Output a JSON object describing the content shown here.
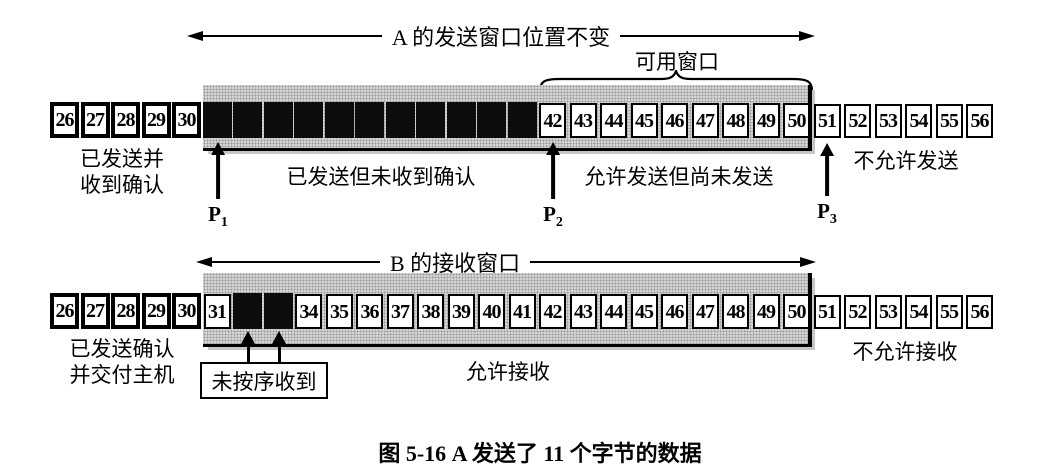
{
  "colors": {
    "ink": "#000000",
    "paper": "#ffffff",
    "window_gray": "#d4d4d4",
    "halftone_dot": "#9a9a9a",
    "cell_black": "#0c0c0c"
  },
  "top": {
    "range_label": "A 的发送窗口位置不变",
    "usable_window_label": "可用窗口",
    "left_label_line1": "已发送并",
    "left_label_line2": "收到确认",
    "sent_unacked_label": "已发送但未收到确认",
    "usable_below_label": "允许发送但尚未发送",
    "not_allowed_label": "不允许发送",
    "pointers": [
      {
        "base": "P",
        "sub": "1"
      },
      {
        "base": "P",
        "sub": "2"
      },
      {
        "base": "P",
        "sub": "3"
      }
    ]
  },
  "bottom": {
    "range_label": "B 的接收窗口",
    "left_label_line1": "已发送确认",
    "left_label_line2": "并交付主机",
    "allowed_label": "允许接收",
    "not_allowed_label": "不允许接收",
    "out_of_order_label": "未按序收到"
  },
  "rows": {
    "send": {
      "cells": [
        {
          "v": "26",
          "t": "bold"
        },
        {
          "v": "27",
          "t": "bold"
        },
        {
          "v": "28",
          "t": "bold"
        },
        {
          "v": "29",
          "t": "bold"
        },
        {
          "v": "30",
          "t": "bold"
        },
        {
          "t": "filled"
        },
        {
          "t": "filled"
        },
        {
          "t": "filled"
        },
        {
          "t": "filled"
        },
        {
          "t": "filled"
        },
        {
          "t": "filled"
        },
        {
          "t": "filled"
        },
        {
          "t": "filled"
        },
        {
          "t": "filled"
        },
        {
          "t": "filled"
        },
        {
          "t": "filled"
        },
        {
          "v": "42",
          "t": "open"
        },
        {
          "v": "43",
          "t": "open"
        },
        {
          "v": "44",
          "t": "open"
        },
        {
          "v": "45",
          "t": "open"
        },
        {
          "v": "46",
          "t": "open"
        },
        {
          "v": "47",
          "t": "open"
        },
        {
          "v": "48",
          "t": "open"
        },
        {
          "v": "49",
          "t": "open"
        },
        {
          "v": "50",
          "t": "open"
        },
        {
          "v": "51",
          "t": "outside"
        },
        {
          "v": "52",
          "t": "outside"
        },
        {
          "v": "53",
          "t": "outside"
        },
        {
          "v": "54",
          "t": "outside"
        },
        {
          "v": "55",
          "t": "outside"
        },
        {
          "v": "56",
          "t": "outside"
        }
      ]
    },
    "receive": {
      "cells": [
        {
          "v": "26",
          "t": "bold"
        },
        {
          "v": "27",
          "t": "bold"
        },
        {
          "v": "28",
          "t": "bold"
        },
        {
          "v": "29",
          "t": "bold"
        },
        {
          "v": "30",
          "t": "bold"
        },
        {
          "v": "31",
          "t": "open"
        },
        {
          "t": "filled"
        },
        {
          "t": "filled"
        },
        {
          "v": "34",
          "t": "open"
        },
        {
          "v": "35",
          "t": "open"
        },
        {
          "v": "36",
          "t": "open"
        },
        {
          "v": "37",
          "t": "open"
        },
        {
          "v": "38",
          "t": "open"
        },
        {
          "v": "39",
          "t": "open"
        },
        {
          "v": "40",
          "t": "open"
        },
        {
          "v": "41",
          "t": "open"
        },
        {
          "v": "42",
          "t": "open"
        },
        {
          "v": "43",
          "t": "open"
        },
        {
          "v": "44",
          "t": "open"
        },
        {
          "v": "45",
          "t": "open"
        },
        {
          "v": "46",
          "t": "open"
        },
        {
          "v": "47",
          "t": "open"
        },
        {
          "v": "48",
          "t": "open"
        },
        {
          "v": "49",
          "t": "open"
        },
        {
          "v": "50",
          "t": "open"
        },
        {
          "v": "51",
          "t": "outside"
        },
        {
          "v": "52",
          "t": "outside"
        },
        {
          "v": "53",
          "t": "outside"
        },
        {
          "v": "54",
          "t": "outside"
        },
        {
          "v": "55",
          "t": "outside"
        },
        {
          "v": "56",
          "t": "outside"
        }
      ]
    }
  },
  "caption": "图 5-16   A 发送了 11 个字节的数据"
}
